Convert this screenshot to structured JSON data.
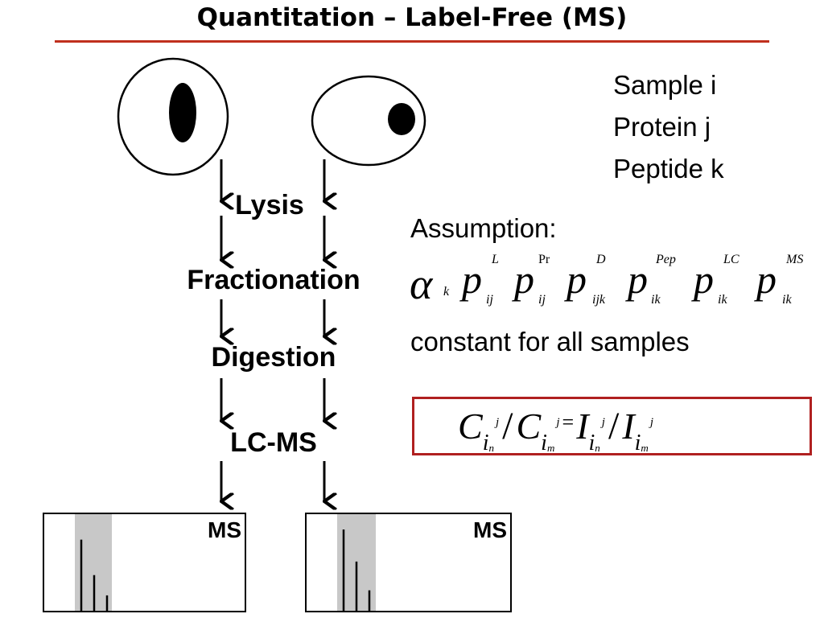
{
  "title": "Quantitation – Label-Free (MS)",
  "colors": {
    "title_rule": "#c0301e",
    "box_border": "#b02020",
    "ms_band": "#c8c8c8"
  },
  "steps": [
    "Lysis",
    "Fractionation",
    "Digestion",
    "LC-MS"
  ],
  "legend": {
    "line1": "Sample i",
    "line2": "Protein j",
    "line3": "Peptide k"
  },
  "assumption": {
    "heading": "Assumption:",
    "footer": "constant for all samples",
    "alpha": "α",
    "alpha_sub": "k",
    "p": "p",
    "terms": [
      {
        "sup": "L",
        "sub": "ij"
      },
      {
        "sup": "Pr",
        "sub": "ij"
      },
      {
        "sup": "D",
        "sub": "ijk"
      },
      {
        "sup": "Pep",
        "sub": "ik"
      },
      {
        "sup": "LC",
        "sub": "ik"
      },
      {
        "sup": "MS",
        "sub": "ik"
      }
    ]
  },
  "formula": {
    "C": "C",
    "I": "I",
    "slash": "/",
    "equals": "=",
    "i": "i",
    "n": "n",
    "m": "m",
    "j": "j"
  },
  "spectra": [
    {
      "label": "MS",
      "peaks": [
        0.88,
        0.46,
        0.22
      ]
    },
    {
      "label": "MS",
      "peaks": [
        1.0,
        0.62,
        0.28
      ]
    }
  ]
}
